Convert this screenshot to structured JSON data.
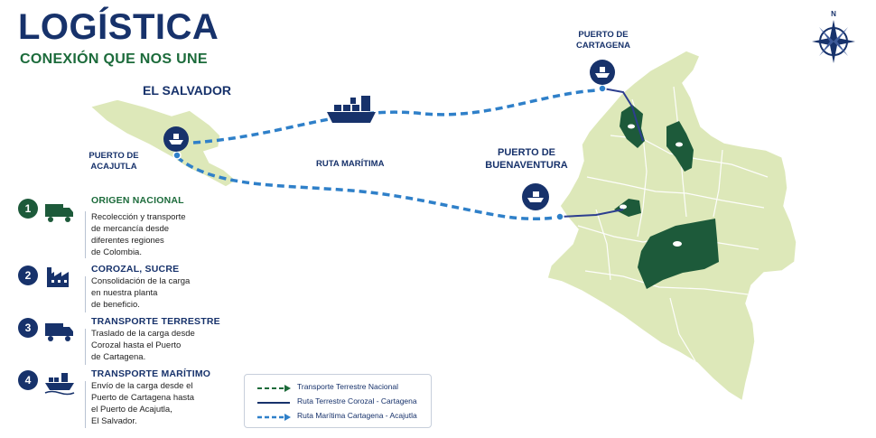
{
  "header": {
    "title": "LOGÍSTICA",
    "subtitle": "CONEXIÓN QUE NOS UNE"
  },
  "map": {
    "country_label_el_salvador": "EL SALVADOR",
    "port_acajutla": [
      "PUERTO DE",
      "ACAJUTLA"
    ],
    "port_cartagena": [
      "PUERTO DE",
      "CARTAGENA"
    ],
    "port_buenaventura": [
      "PUERTO DE",
      "BUENAVENTURA"
    ],
    "route_label": "RUTA MARÍTIMA",
    "compass_north": "N",
    "colors": {
      "land": "#dde8b9",
      "land_border": "#ffffff",
      "highlight": "#1d5a3a",
      "sea_route": "#2f80c9",
      "land_route": "#2c3e8f",
      "navy": "#17326b"
    }
  },
  "steps": [
    {
      "number": "1",
      "title": "ORIGEN NACIONAL",
      "description": [
        "Recolección y transporte",
        "de mercancía desde",
        "diferentes regiones",
        "de Colombia."
      ],
      "icon": "truck-icon"
    },
    {
      "number": "2",
      "title": "COROZAL, SUCRE",
      "description": [
        "Consolidación de la carga",
        "en nuestra planta",
        "de beneficio."
      ],
      "icon": "factory-icon"
    },
    {
      "number": "3",
      "title": "TRANSPORTE TERRESTRE",
      "description": [
        "Traslado de la carga desde",
        "Corozal hasta el Puerto",
        "de Cartagena."
      ],
      "icon": "truck-icon"
    },
    {
      "number": "4",
      "title": "TRANSPORTE MARÍTIMO",
      "description": [
        "Envío de la carga desde el",
        "Puerto de Cartagena hasta",
        "el Puerto de Acajutla,",
        "El Salvador."
      ],
      "icon": "ship-icon"
    }
  ],
  "legend": [
    {
      "label": "Transporte Terrestre Nacional",
      "style": "dashed-green-arrow"
    },
    {
      "label": "Ruta Terrestre Corozal - Cartagena",
      "style": "solid-navy"
    },
    {
      "label": "Ruta Marítima Cartagena - Acajutla",
      "style": "dashed-blue-arrow"
    }
  ]
}
